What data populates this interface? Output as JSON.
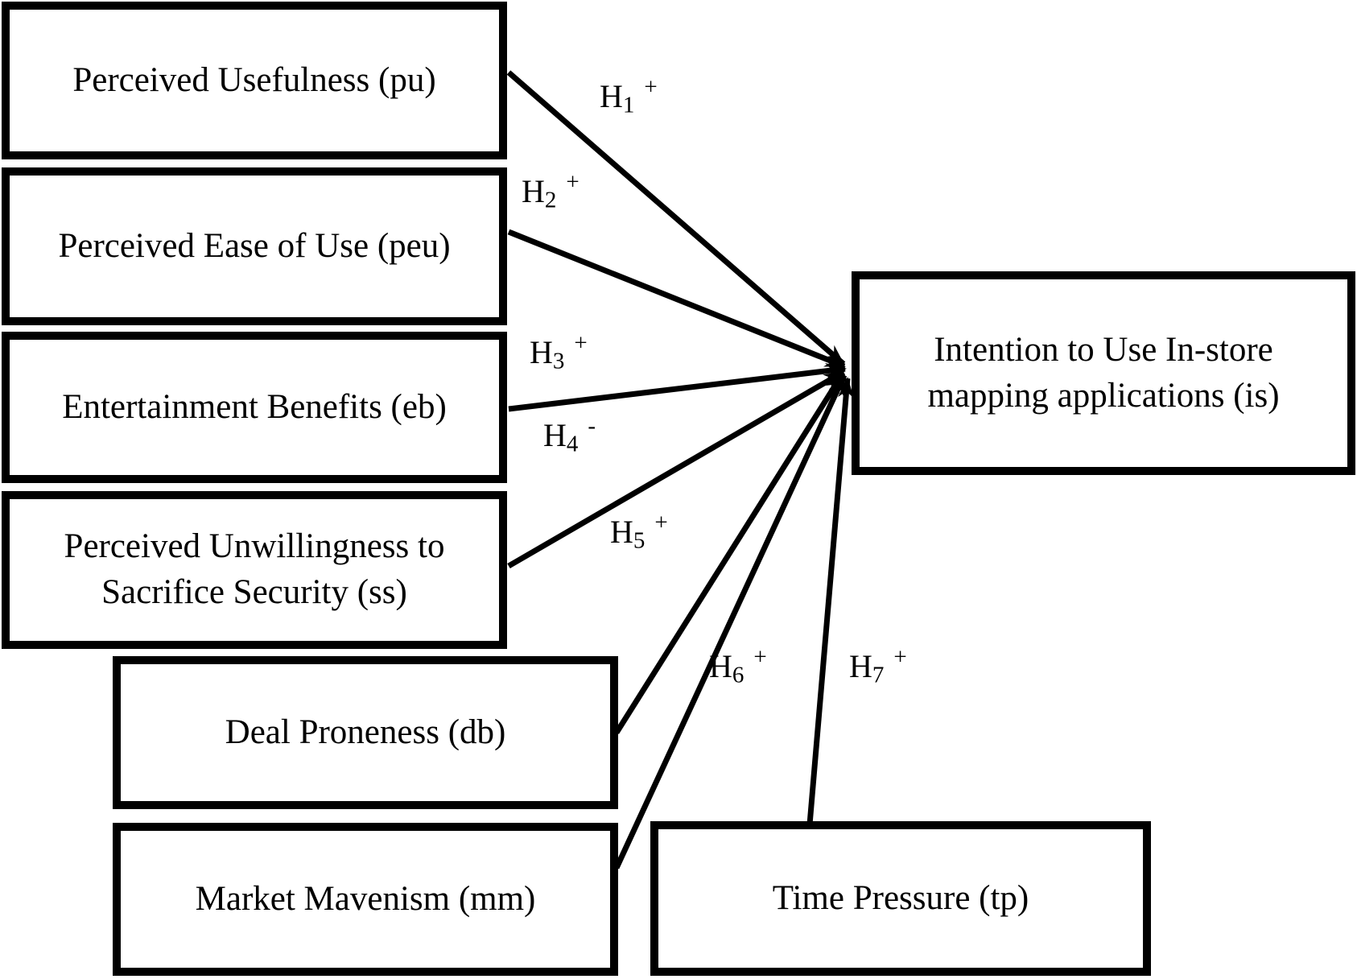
{
  "figure": {
    "background_color": "#ffffff",
    "line_color": "#000000",
    "box_border_color": "#000000",
    "nodes": {
      "pu": {
        "label": "Perceived Usefulness (pu)"
      },
      "peu": {
        "label": "Perceived Ease of Use (peu)"
      },
      "eb": {
        "label": "Entertainment Benefits (eb)"
      },
      "ss": {
        "label": "Perceived Unwillingness to Sacrifice Security (ss)"
      },
      "db": {
        "label": "Deal Proneness (db)"
      },
      "mm": {
        "label": "Market Mavenism (mm)"
      },
      "tp": {
        "label": "Time Pressure (tp)"
      },
      "is": {
        "label": "Intention to Use In-store mapping applications (is)"
      }
    },
    "hypotheses": [
      {
        "h": "H",
        "sub": "1",
        "sign": "+",
        "from": "pu",
        "to": "is"
      },
      {
        "h": "H",
        "sub": "2",
        "sign": "+",
        "from": "peu",
        "to": "is"
      },
      {
        "h": "H",
        "sub": "3",
        "sign": "+",
        "from": "eb",
        "to": "is"
      },
      {
        "h": "H",
        "sub": "4",
        "sign": "-",
        "from": "ss",
        "to": "is"
      },
      {
        "h": "H",
        "sub": "5",
        "sign": "+",
        "from": "db",
        "to": "is"
      },
      {
        "h": "H",
        "sub": "6",
        "sign": "+",
        "from": "mm",
        "to": "is"
      },
      {
        "h": "H",
        "sub": "7",
        "sign": "+",
        "from": "tp",
        "to": "is"
      }
    ]
  }
}
